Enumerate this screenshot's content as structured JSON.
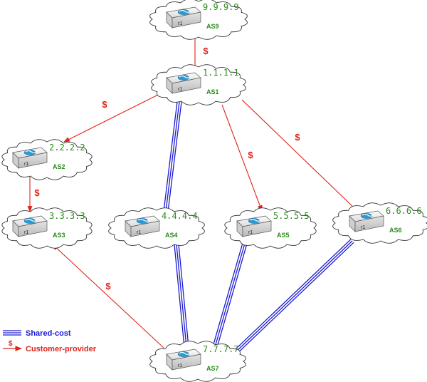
{
  "legend": {
    "shared_cost": "Shared-cost",
    "customer_provider": "Customer-provider",
    "dollar": "$"
  },
  "colors": {
    "customer_provider": "#e0231b",
    "shared_cost": "#1a1ad0",
    "label": "#2a8a1a",
    "router_icon": "#2a9ad6"
  },
  "nodes": [
    {
      "id": "as9",
      "ip": "9.9.9.9",
      "as": "AS9",
      "router": "r1",
      "icon": "router-icon"
    },
    {
      "id": "as1",
      "ip": "1.1.1.1",
      "as": "AS1",
      "router": "r1",
      "icon": "router-icon"
    },
    {
      "id": "as2",
      "ip": "2.2.2.2",
      "as": "AS2",
      "router": "r1",
      "icon": "router-icon"
    },
    {
      "id": "as3",
      "ip": "3.3.3.3",
      "as": "AS3",
      "router": "r1",
      "icon": "router-icon"
    },
    {
      "id": "as4",
      "ip": "4.4.4.4",
      "as": "AS4",
      "router": "r1",
      "icon": "router-icon"
    },
    {
      "id": "as5",
      "ip": "5.5.5.5",
      "as": "AS5",
      "router": "r1",
      "icon": "router-icon"
    },
    {
      "id": "as6",
      "ip": "6.6.6.6",
      "as": "AS6",
      "router": "r1",
      "icon": "router-icon"
    },
    {
      "id": "as7",
      "ip": "7.7.7.7",
      "as": "AS7",
      "router": "r1",
      "icon": "router-icon"
    }
  ],
  "edges": [
    {
      "from": "as9",
      "to": "as1",
      "type": "customer-provider",
      "label": "$"
    },
    {
      "from": "as1",
      "to": "as2",
      "type": "customer-provider",
      "label": "$"
    },
    {
      "from": "as2",
      "to": "as3",
      "type": "customer-provider",
      "label": "$"
    },
    {
      "from": "as1",
      "to": "as5",
      "type": "customer-provider",
      "label": "$"
    },
    {
      "from": "as1",
      "to": "as6",
      "type": "customer-provider",
      "label": "$"
    },
    {
      "from": "as7",
      "to": "as3",
      "type": "customer-provider",
      "label": "$"
    },
    {
      "from": "as1",
      "to": "as4",
      "type": "shared-cost",
      "label": ""
    },
    {
      "from": "as4",
      "to": "as7",
      "type": "shared-cost",
      "label": ""
    },
    {
      "from": "as5",
      "to": "as7",
      "type": "shared-cost",
      "label": ""
    },
    {
      "from": "as6",
      "to": "as7",
      "type": "shared-cost",
      "label": ""
    }
  ]
}
